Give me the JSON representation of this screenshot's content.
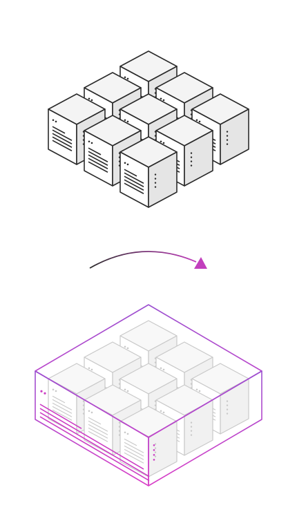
{
  "diagram": {
    "top_cluster": {
      "grid": [
        3,
        3
      ],
      "item": "server-cube",
      "colors": {
        "top": "#f4f4f4",
        "left": "#ffffff",
        "right": "#e5e5e5",
        "stroke": "#2a2a2a",
        "detail": "#2a2a2a"
      }
    },
    "arrow": {
      "direction": "right",
      "gradient_start": "#2b2b2b",
      "gradient_end": "#c23fbd"
    },
    "bottom_cluster": {
      "grid": [
        3,
        3
      ],
      "item": "server-cube",
      "colors": {
        "ghost_fill_top": "#f8f8f8",
        "ghost_fill_left": "#ffffff",
        "ghost_fill_right": "#f1f1f1",
        "ghost_stroke": "#c9c9c9",
        "container_stroke_top": "#9b4fd0",
        "container_stroke_bottom": "#d93fc7",
        "container_detail": "#cc3fc4"
      }
    }
  }
}
